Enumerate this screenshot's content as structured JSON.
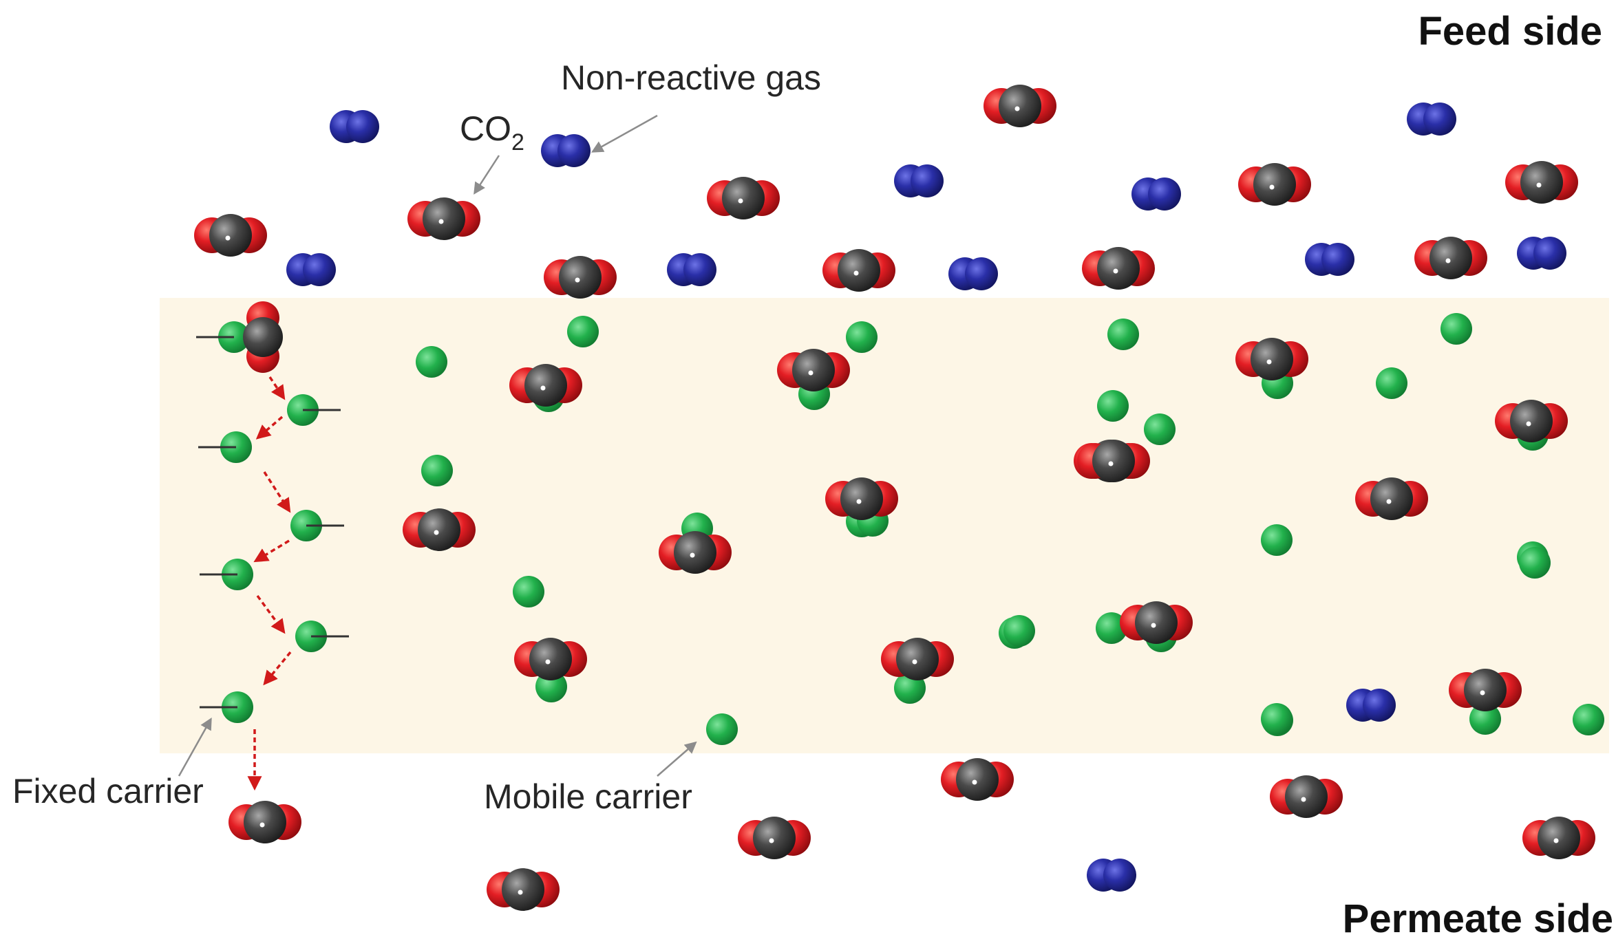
{
  "labels": {
    "feed_side": "Feed side",
    "permeate_side": "Permeate side",
    "non_reactive_gas": "Non-reactive gas",
    "co2_main": "CO",
    "co2_sub": "2",
    "fixed_carrier": "Fixed carrier",
    "mobile_carrier": "Mobile carrier"
  },
  "colors": {
    "membrane": "#fdf6e6",
    "oxygen": "#e31e24",
    "carbon": "#474747",
    "nitrogen": "#2a2fa8",
    "carrier": "#22b14c",
    "arrow_gray": "#8c8c8c",
    "hop_arrow": "#d11a1a"
  }
}
